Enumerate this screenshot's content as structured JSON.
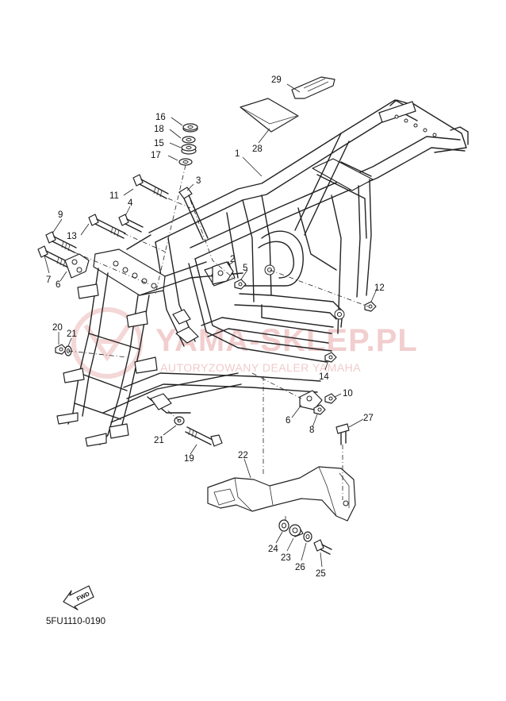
{
  "diagram_code": "5FU1110-0190",
  "fwd_label": "FWD",
  "watermark": {
    "main": "YAMA-SKLEP.PL",
    "sub": "AUTORYZOWANY DEALER YAMAHA"
  },
  "parts": [
    "1",
    "2",
    "3",
    "4",
    "5",
    "6",
    "6",
    "7",
    "8",
    "9",
    "10",
    "11",
    "12",
    "13",
    "14",
    "15",
    "16",
    "17",
    "18",
    "19",
    "20",
    "21",
    "21",
    "22",
    "23",
    "24",
    "25",
    "26",
    "27",
    "28",
    "29"
  ]
}
